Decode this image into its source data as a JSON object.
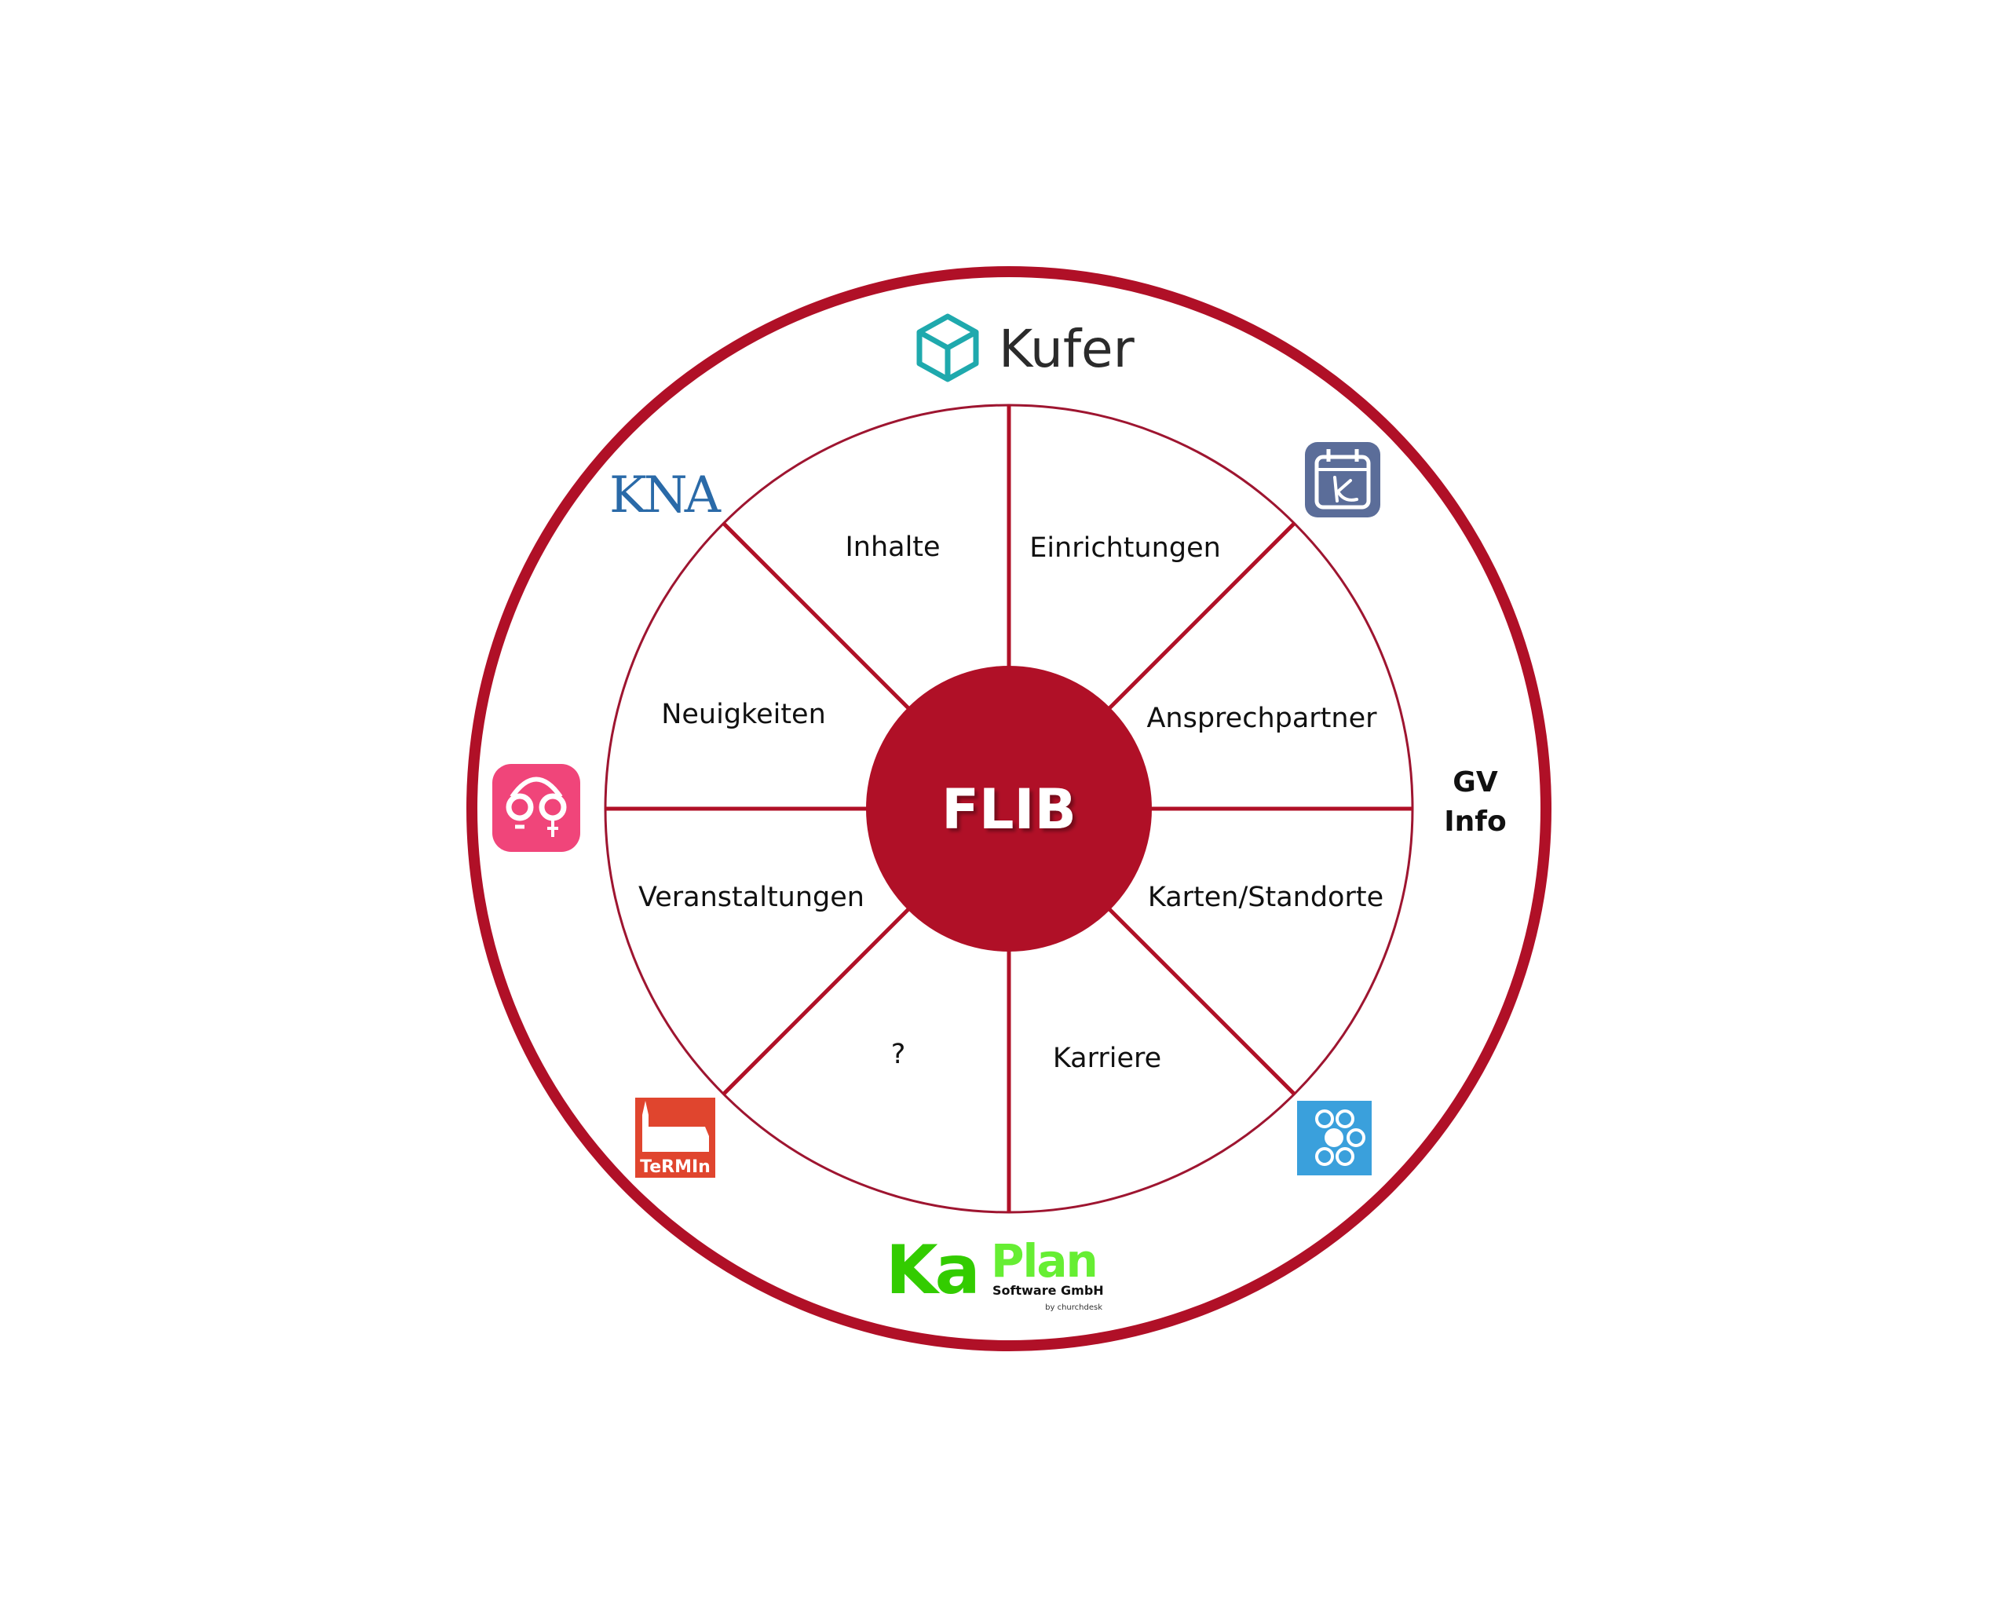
{
  "diagram": {
    "center": "FLIB",
    "segments": [
      "Inhalte",
      "Einrichtungen",
      "Ansprechpartner",
      "Karten/Standorte",
      "Karriere",
      "?",
      "Veranstaltungen",
      "Neuigkeiten"
    ],
    "logos": {
      "kufer": "Kufer",
      "kna": "KNA",
      "termin": "TeRMIn",
      "kaplan_ka": "Ka",
      "kaplan_plan": "Plan",
      "kaplan_sub": "Software GmbH",
      "kaplan_by": "by churchdesk",
      "gv_line1": "GV",
      "gv_line2": "Info"
    },
    "colors": {
      "ring": "#b01027",
      "kufer": "#1fa9ad",
      "kna": "#2a6aa8",
      "calendar": "#5b6d99",
      "pink": "#f0457a",
      "termin": "#e0452e",
      "blue": "#3aa0dc",
      "kaplan_dark": "#33cc00",
      "kaplan_light": "#66ff33"
    }
  }
}
